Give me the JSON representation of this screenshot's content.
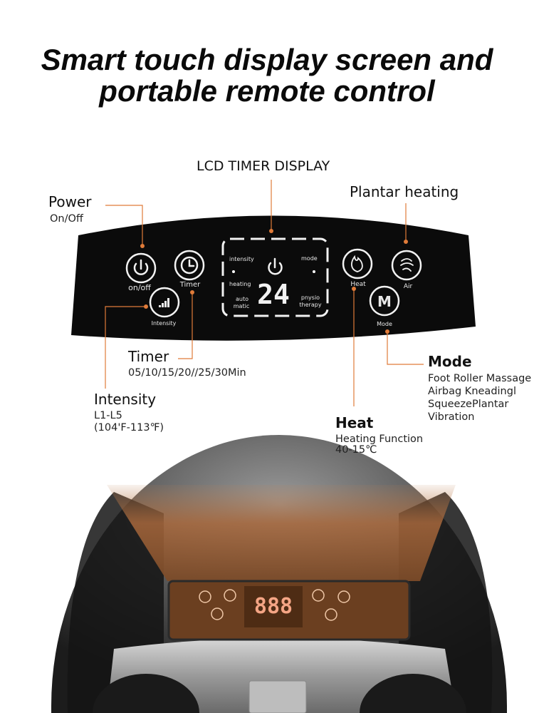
{
  "title": {
    "line1": "Smart touch display screen and",
    "line2": "portable remote control"
  },
  "callouts": {
    "lcd": {
      "label": "LCD TIMER DISPLAY"
    },
    "power": {
      "label": "Power",
      "desc": "On/Off"
    },
    "plantar": {
      "label": "Plantar heating"
    },
    "timer": {
      "label": "Timer",
      "desc": "05/10/15/20//25/30Min"
    },
    "intensity": {
      "label": "Intensity",
      "desc": [
        "L1-L5",
        "(104'F-113℉)"
      ]
    },
    "heat": {
      "label": "Heat",
      "desc": [
        "Heating Function",
        "40-15℃"
      ]
    },
    "mode": {
      "label": "Mode",
      "desc": [
        "Foot Roller Massage",
        "Airbag Kneadingl",
        "SqueezePlantar",
        "Vibration"
      ]
    }
  },
  "panel": {
    "buttons": {
      "onoff": "on/off",
      "timer": "Timer",
      "intensity": "Intensity",
      "heat": "Heat",
      "air": "Air",
      "mode": "Mode",
      "mode_glyph": "M"
    },
    "lcd": {
      "intensity": "intensity",
      "mode": "mode",
      "heating": "heating",
      "auto": "auto",
      "matic": "matic",
      "physio": "pnysio",
      "therapy": "therapy",
      "digits": "24"
    }
  },
  "device_panel": {
    "digits": "888"
  },
  "colors": {
    "accent": "#e07b39",
    "panel": "#0b0b0b",
    "beam": "#a0643a"
  }
}
